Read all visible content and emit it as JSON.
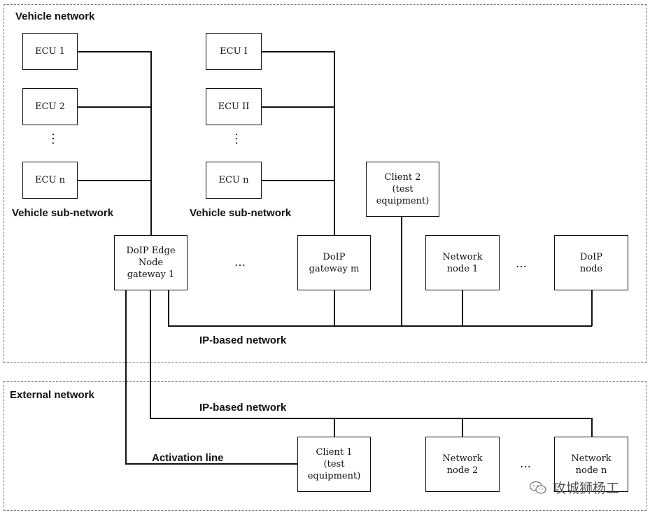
{
  "regions": {
    "vehicle_network": "Vehicle network",
    "external_network": "External network"
  },
  "labels": {
    "vehicle_sub_network_left": "Vehicle sub-network",
    "vehicle_sub_network_right": "Vehicle sub-network",
    "ip_network_vehicle": "IP-based network",
    "ip_network_external": "IP-based network",
    "activation_line": "Activation line"
  },
  "nodes": {
    "ecu_1": "ECU  1",
    "ecu_2": "ECU 2",
    "ecu_n_left": "ECU n",
    "ecu_i": "ECU I",
    "ecu_ii": "ECU II",
    "ecu_n_right": "ECU n",
    "doip_edge_node": "DoIP Edge\nNode\ngateway 1",
    "doip_gateway_m": "DoIP\ngateway m",
    "client_2": "Client 2\n(test\nequipment)",
    "network_node_1": "Network\nnode 1",
    "doip_node": "DoIP\nnode",
    "client_1": "Client 1\n(test\nequipment)",
    "network_node_2": "Network\nnode 2",
    "network_node_n": "Network\nnode n"
  },
  "ellipsis": {
    "vertical_left": "⋮",
    "vertical_right": "⋮",
    "between_gateways": "…",
    "between_nodes_vehicle": "…",
    "between_nodes_external": "…"
  },
  "watermark": {
    "text": "攻城狮杨工",
    "icon": "wechat-icon"
  },
  "colors": {
    "line": "#111111",
    "region_border": "#777777",
    "background": "#ffffff"
  }
}
